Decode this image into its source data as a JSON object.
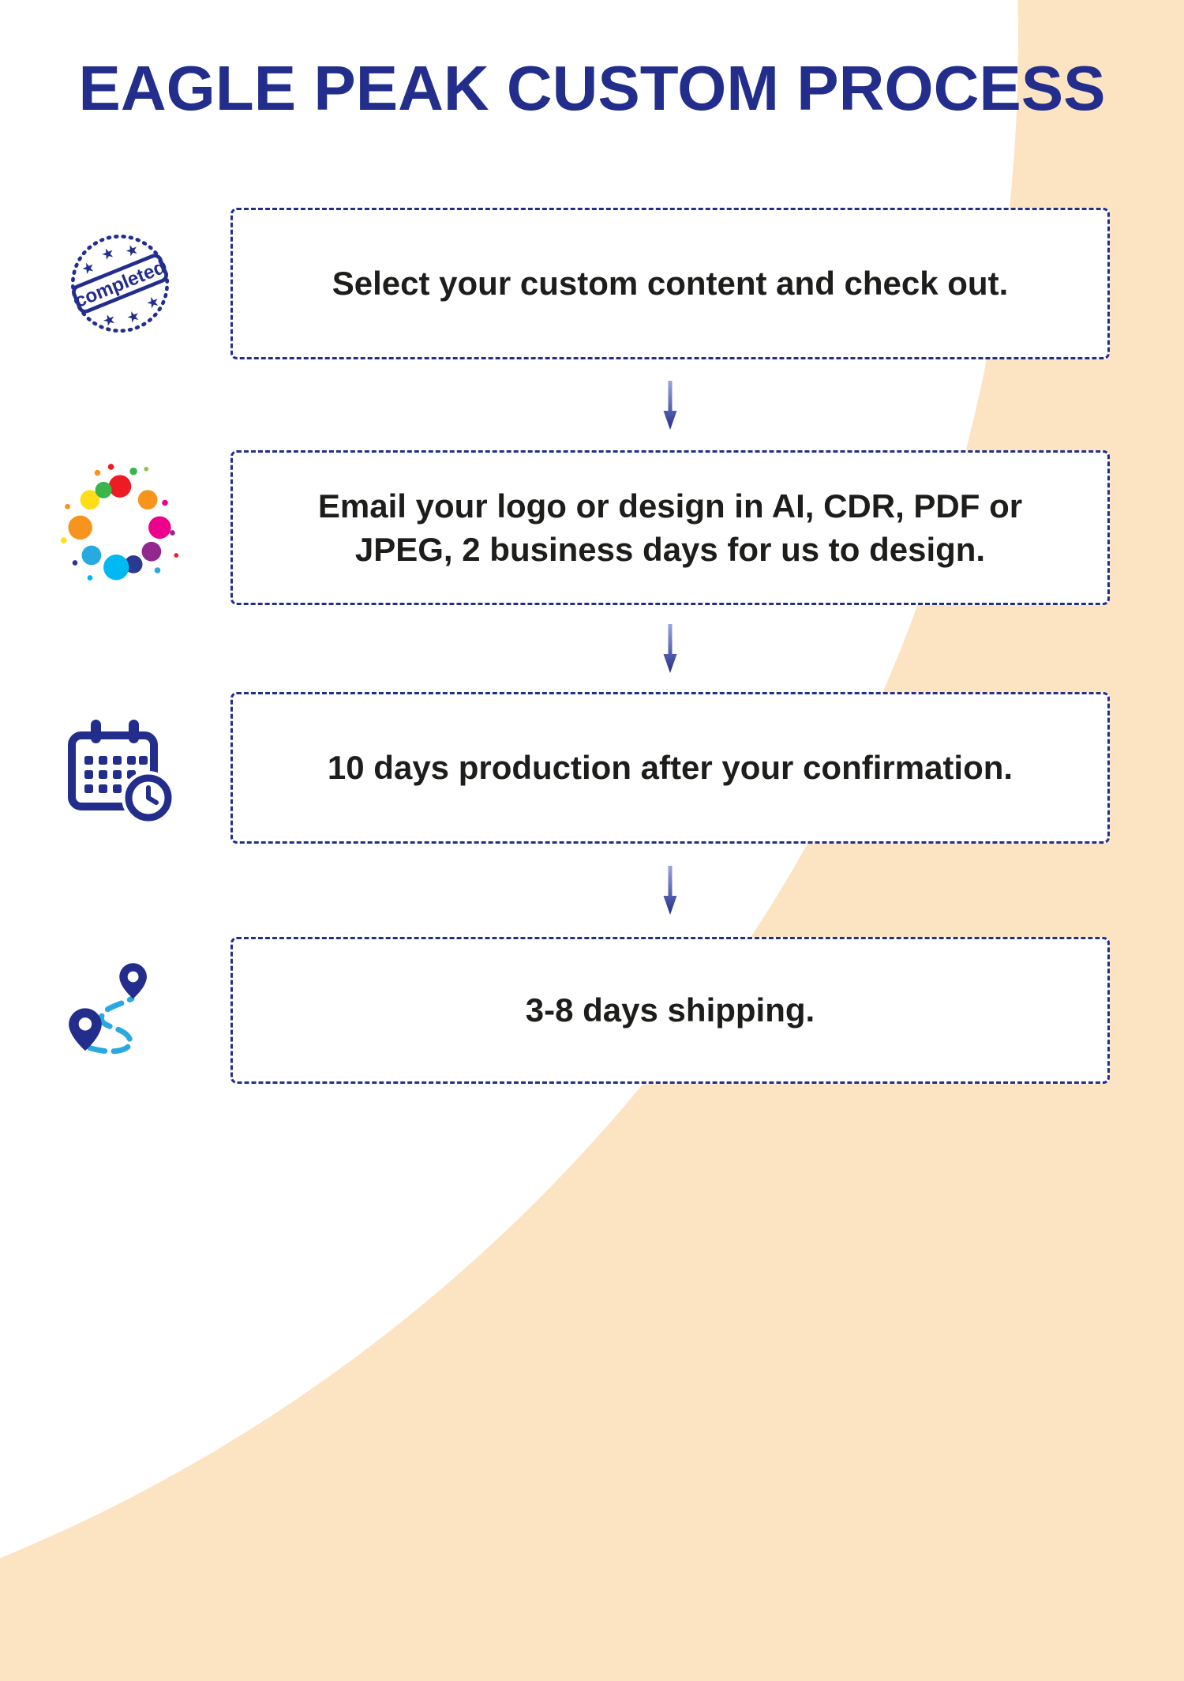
{
  "title": "EAGLE PEAK CUSTOM PROCESS",
  "stamp_label": "completed",
  "steps": [
    {
      "icon": "completed-stamp",
      "text": "Select your custom content and check out."
    },
    {
      "icon": "paint-splash",
      "text": "Email your logo or design in AI, CDR, PDF or\nJPEG, 2 business days for us to design."
    },
    {
      "icon": "calendar-clock",
      "text": "10 days production after your confirmation."
    },
    {
      "icon": "route-pins",
      "text": "3-8 days shipping."
    }
  ],
  "colors": {
    "navy": "#232e8c",
    "peach": "#fce4c3",
    "text": "#1d1d1b",
    "route_blue": "#2aa9e0"
  }
}
